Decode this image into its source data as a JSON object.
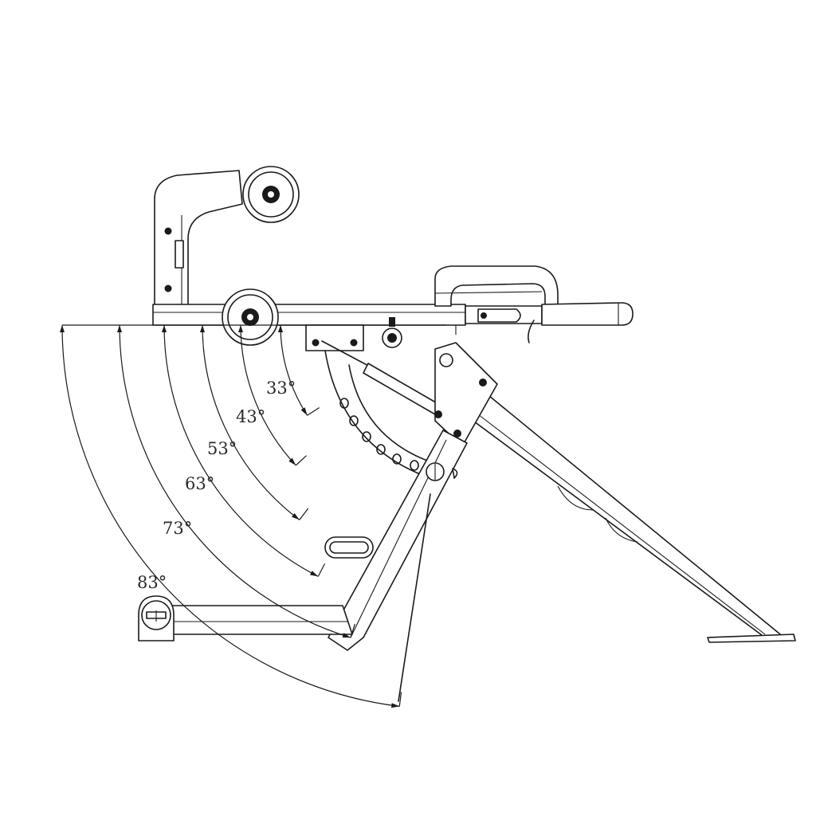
{
  "angles": [
    {
      "label": "33°",
      "value": 33
    },
    {
      "label": "43°",
      "value": 43
    },
    {
      "label": "53°",
      "value": 53
    },
    {
      "label": "63°",
      "value": 63
    },
    {
      "label": "73°",
      "value": 73
    },
    {
      "label": "83°",
      "value": 83
    }
  ]
}
